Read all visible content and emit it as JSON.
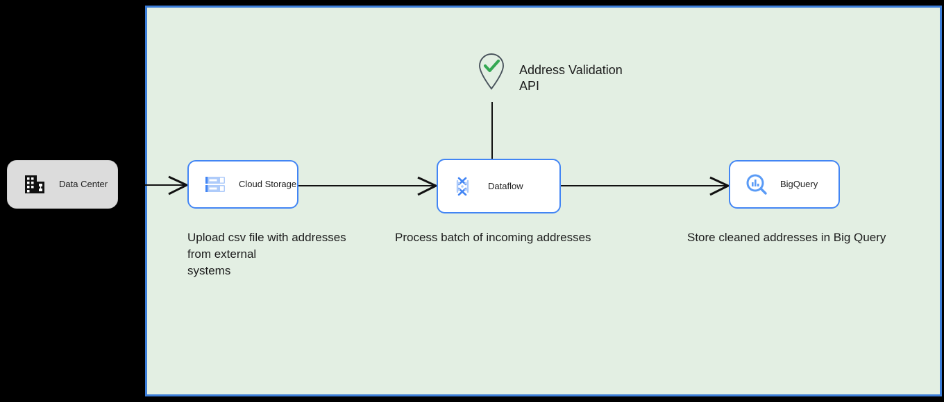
{
  "diagram": {
    "container": {
      "name": "gcp-container",
      "background_color": "#e3efe3",
      "border_color": "#3b7dd8"
    },
    "nodes": [
      {
        "id": "data-center",
        "label": "Data Center",
        "icon": "building-icon",
        "style": "grey-box"
      },
      {
        "id": "cloud-storage",
        "label": "Cloud Storage",
        "icon": "cloud-storage-icon",
        "style": "gcp-box"
      },
      {
        "id": "dataflow",
        "label": "Dataflow",
        "icon": "dataflow-icon",
        "style": "gcp-box"
      },
      {
        "id": "bigquery",
        "label": "BigQuery",
        "icon": "bigquery-icon",
        "style": "gcp-box"
      },
      {
        "id": "address-validation-api",
        "label": "Address Validation\nAPI",
        "icon": "map-pin-check-icon",
        "style": "icon-and-text"
      }
    ],
    "captions": [
      {
        "id": "caption-cloud-storage",
        "text": "Upload csv file with addresses\nfrom external\nsystems"
      },
      {
        "id": "caption-dataflow",
        "text": "Process batch of incoming addresses"
      },
      {
        "id": "caption-bigquery",
        "text": "Store cleaned addresses in Big Query"
      }
    ],
    "edges": [
      {
        "id": "edge-datacenter-to-cloudstorage",
        "from": "data-center",
        "to": "cloud-storage",
        "arrow": true
      },
      {
        "id": "edge-cloudstorage-to-dataflow",
        "from": "cloud-storage",
        "to": "dataflow",
        "arrow": true
      },
      {
        "id": "edge-dataflow-to-bigquery",
        "from": "dataflow",
        "to": "bigquery",
        "arrow": true
      },
      {
        "id": "edge-api-to-dataflow",
        "from": "address-validation-api",
        "to": "dataflow",
        "arrow": false
      }
    ],
    "colors": {
      "gcp_blue": "#4285f4",
      "container_border": "#3b7dd8",
      "container_fill": "#e3efe3",
      "check_green": "#34a853",
      "edge": "#111111"
    }
  }
}
